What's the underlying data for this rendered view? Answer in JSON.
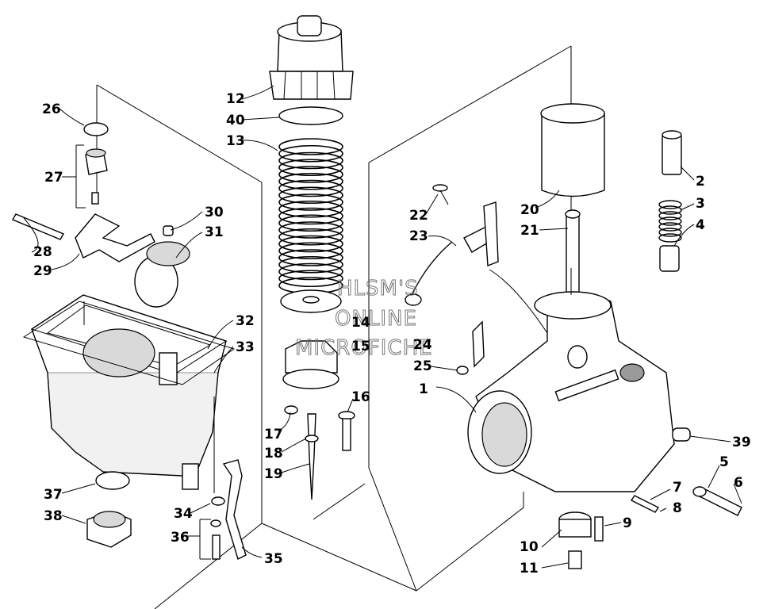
{
  "watermark": {
    "line1": "HLSM'S",
    "line2": "ONLINE",
    "line3": "MICROFICHE"
  },
  "callouts": [
    "1",
    "2",
    "3",
    "4",
    "5",
    "6",
    "7",
    "8",
    "9",
    "10",
    "11",
    "12",
    "13",
    "14",
    "15",
    "16",
    "17",
    "18",
    "19",
    "20",
    "21",
    "22",
    "23",
    "24",
    "25",
    "26",
    "27",
    "28",
    "29",
    "30",
    "31",
    "32",
    "33",
    "34",
    "35",
    "36",
    "37",
    "38",
    "39",
    "40"
  ]
}
